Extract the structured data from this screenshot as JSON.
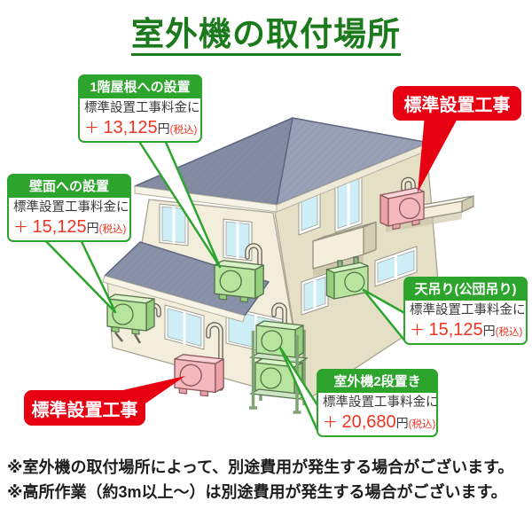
{
  "title": "室外機の取付場所",
  "callouts": {
    "roof1f": {
      "heading": "1階屋根への設置",
      "line": "標準設置工事料金に",
      "plus": "＋",
      "amount": "13,125",
      "yen": "円",
      "tax": "(税込)"
    },
    "wall": {
      "heading": "壁面への設置",
      "line": "標準設置工事料金に",
      "plus": "＋",
      "amount": "15,125",
      "yen": "円",
      "tax": "(税込)"
    },
    "ceiling": {
      "heading": "天吊り(公団吊り)",
      "line": "標準設置工事料金に",
      "plus": "＋",
      "amount": "15,125",
      "yen": "円",
      "tax": "(税込)"
    },
    "stack": {
      "heading": "室外機2段置き",
      "line": "標準設置工事料金に",
      "plus": "＋",
      "amount": "20,680",
      "yen": "円",
      "tax": "(税込)"
    }
  },
  "badges": {
    "standard_top": "標準設置工事",
    "standard_bottom": "標準設置工事"
  },
  "notes": [
    "※室外機の取付場所によって、別途費用が発生する場合がございます。",
    "※高所作業（約3m以上～）は別途費用が発生する場合がございます。"
  ],
  "colors": {
    "green": "#2da52d",
    "title_green": "#1b7a1b",
    "red": "#e60012",
    "price_red": "#ef3422",
    "roof": "#8d95ac",
    "wall_front": "#f3eedb",
    "wall_side": "#e5dfc6",
    "unit_green": "#b7e59e",
    "unit_pink": "#f5b9bd",
    "window": "#cdeef6"
  },
  "units": [
    "ac-unit-roof",
    "ac-unit-wall",
    "ac-unit-ground",
    "ac-unit-stacked-top",
    "ac-unit-stacked-bottom",
    "ac-unit-ceiling",
    "ac-unit-balcony"
  ]
}
